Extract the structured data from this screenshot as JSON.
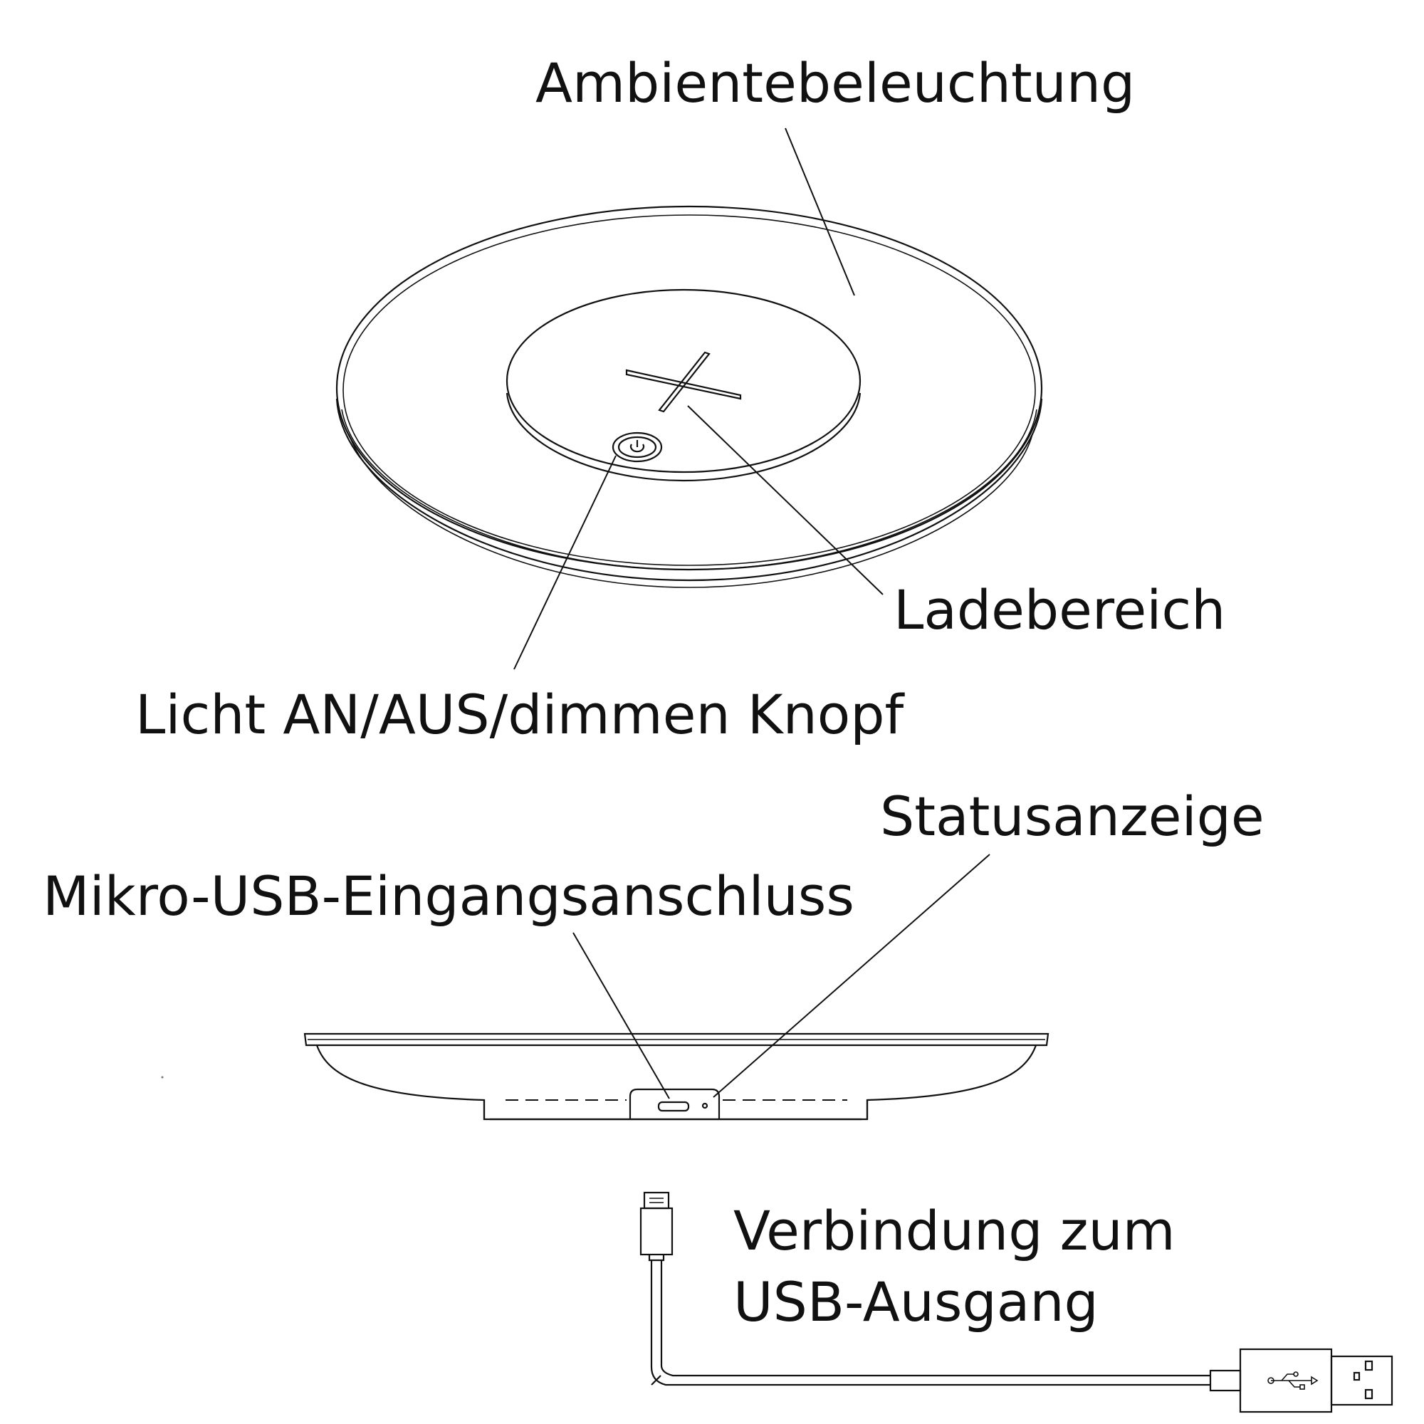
{
  "labels": {
    "ambient_lighting": "Ambientebeleuchtung",
    "charging_area": "Ladebereich",
    "light_button": "Licht AN/AUS/dimmen Knopf",
    "status_indicator": "Statusanzeige",
    "micro_usb_input": "Mikro-USB-Eingangsanschluss",
    "usb_output_line1": "Verbindung zum",
    "usb_output_line2": "USB-Ausgang"
  },
  "colors": {
    "ink": "#111111",
    "background": "#ffffff"
  },
  "icons": {
    "power_button": "power-icon",
    "charge_mark": "cross-mark-icon",
    "usb_plug": "usb-symbol-icon"
  }
}
